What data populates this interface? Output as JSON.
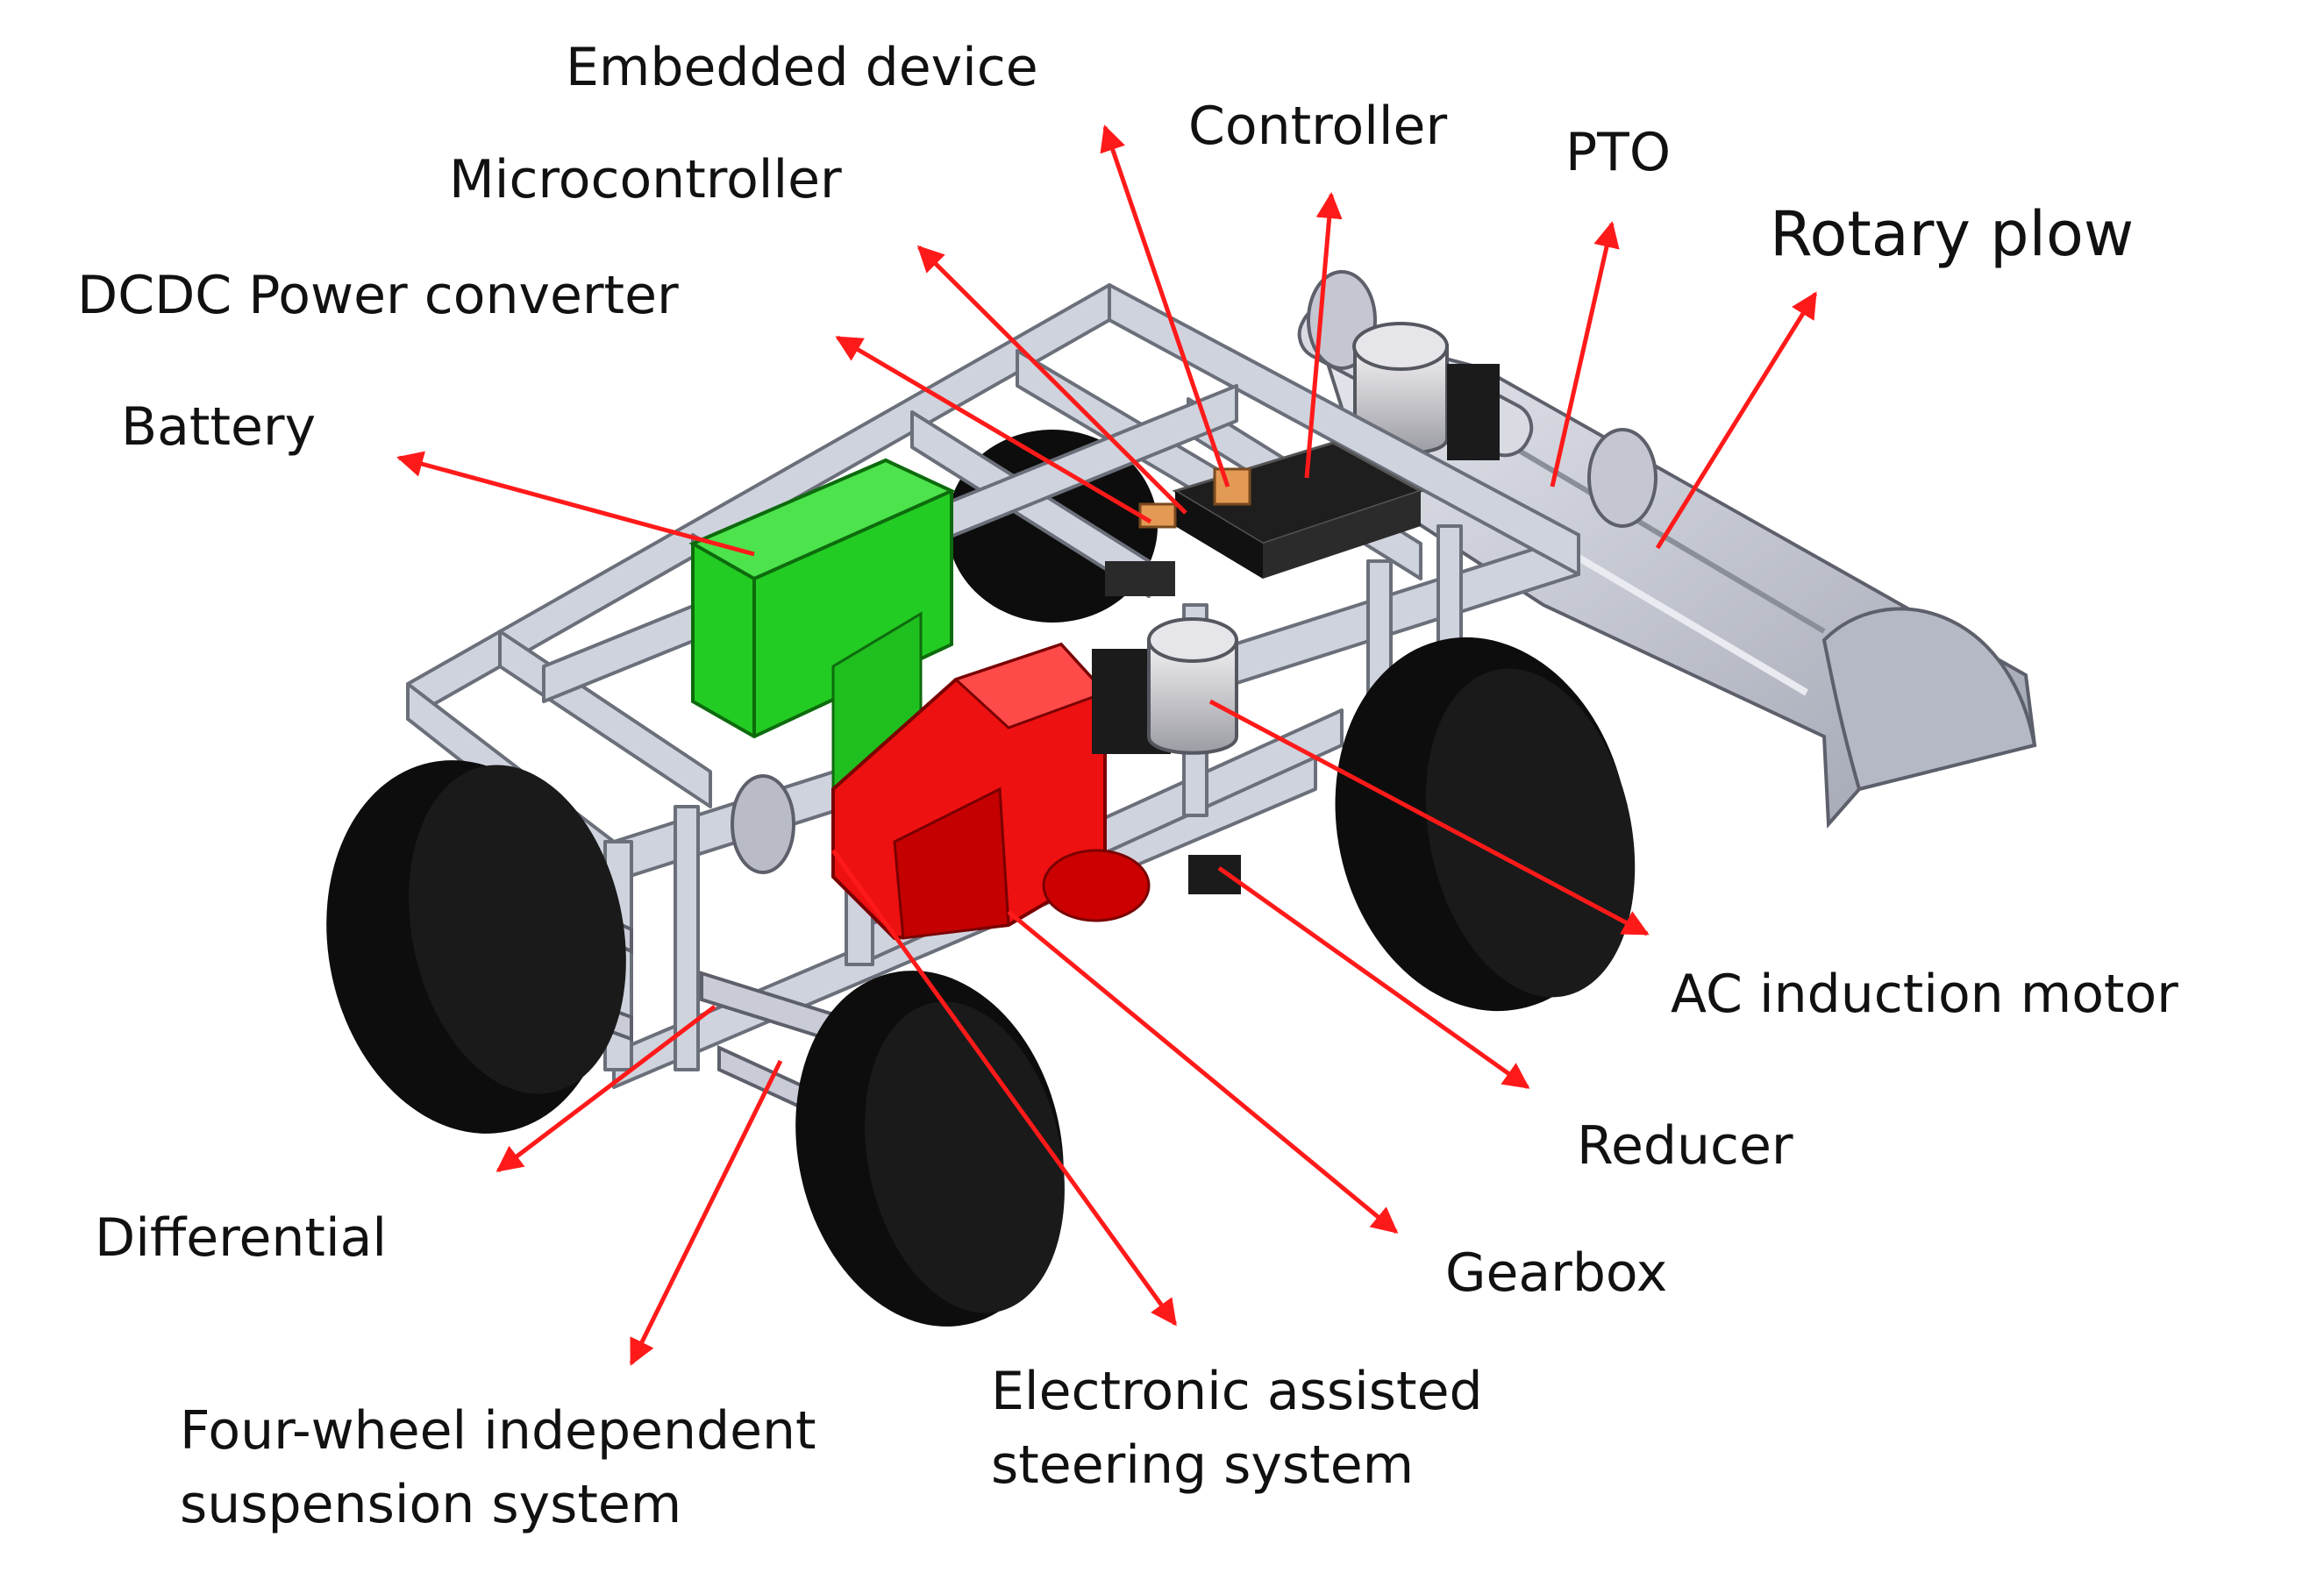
{
  "labels": {
    "embedded_device": "Embedded device",
    "controller": "Controller",
    "pto": "PTO",
    "rotary_plow": "Rotary plow",
    "microcontroller": "Microcontroller",
    "dcdc_power_converter": "DCDC Power converter",
    "battery": "Battery",
    "ac_induction_motor": "AC induction motor",
    "reducer": "Reducer",
    "gearbox": "Gearbox",
    "differential": "Differential",
    "four_wheel_suspension": [
      "Four-wheel independent",
      "suspension system"
    ],
    "electronic_steering": [
      "Electronic assisted",
      "steering system"
    ]
  },
  "colors": {
    "arrow": "#ff1a1a",
    "frame": "#cfd3de",
    "frame_edge": "#6b6f7a",
    "battery": "#22cc22",
    "motor_gear": "#ee1111",
    "wheel": "#0d0d0d",
    "electronics": "#1e1e1e",
    "embedded_device": "#e39a55",
    "plow": "#c8ccd7"
  }
}
